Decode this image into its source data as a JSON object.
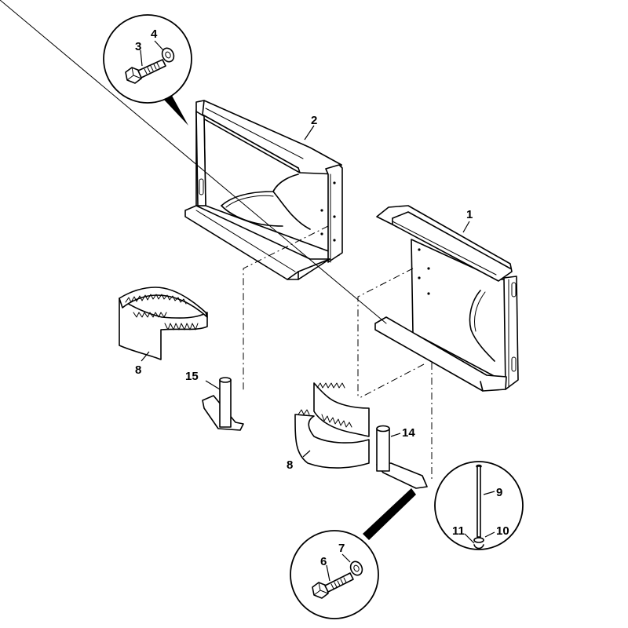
{
  "labels": {
    "bracket_right": "1",
    "bracket_left": "2",
    "bolt_top": "3",
    "washer_top": "4",
    "bolt_bottom": "6",
    "washer_bottom": "7",
    "belt_left": "8",
    "belt_right": "8",
    "rod": "9",
    "washer_small": "10",
    "pin_small": "11",
    "post_right": "14",
    "post_left": "15"
  }
}
